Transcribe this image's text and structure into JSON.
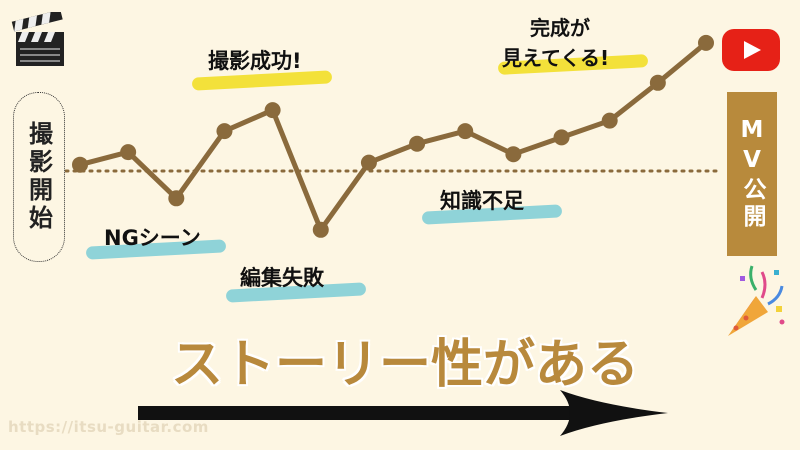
{
  "chart_data": {
    "type": "line",
    "x": [
      1,
      2,
      3,
      4,
      5,
      6,
      7,
      8,
      9,
      10,
      11,
      12,
      13,
      14
    ],
    "values": [
      0.3,
      0.9,
      -1.3,
      1.9,
      2.9,
      -2.8,
      0.4,
      1.3,
      1.9,
      0.8,
      1.6,
      2.4,
      4.2,
      6.1
    ],
    "baseline": 0,
    "grid": false,
    "annotations": [
      {
        "id": "ng",
        "text": "NGシーン"
      },
      {
        "id": "success",
        "text": "撮影成功!"
      },
      {
        "id": "fail",
        "text": "編集失敗"
      },
      {
        "id": "knowledge",
        "text": "知識不足"
      },
      {
        "id": "done1",
        "text": "完成が"
      },
      {
        "id": "done2",
        "text": "見えてくる!"
      }
    ]
  },
  "start_label": "撮影開始",
  "end_label": "MV公開",
  "story_text": "ストーリー性がある",
  "url": "https://itsu-guitar.com",
  "icons": [
    "clapperboard-icon",
    "youtube-icon",
    "party-popper-icon",
    "arrow-right-icon"
  ],
  "colors": {
    "line": "#8a6a3c",
    "dots": "#8a6a3c",
    "baseline": "#8a6a3c",
    "highlight_yellow": "#f3e13a",
    "highlight_cyan": "#8fd3d8",
    "accent": "#b8893c",
    "youtube": "#e62117",
    "background": "#fdf6e3"
  }
}
